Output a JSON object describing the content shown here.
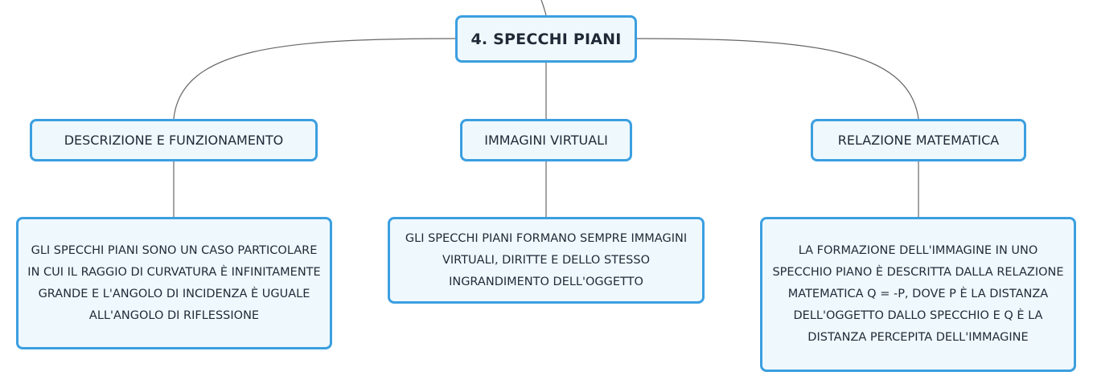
{
  "diagram": {
    "root": {
      "label": "4. SPECCHI PIANI"
    },
    "topics": [
      {
        "label": "DESCRIZIONE E FUNZIONAMENTO"
      },
      {
        "label": "IMMAGINI VIRTUALI"
      },
      {
        "label": "RELAZIONE MATEMATICA"
      }
    ],
    "details": [
      {
        "text": "GLI SPECCHI PIANI SONO UN CASO PARTICOLARE IN CUI IL RAGGIO DI CURVATURA È INFINITAMENTE GRANDE E L'ANGOLO DI INCIDENZA È UGUALE ALL'ANGOLO DI RIFLESSIONE"
      },
      {
        "text": "GLI SPECCHI PIANI FORMANO SEMPRE IMMAGINI VIRTUALI, DIRITTE E DELLO STESSO INGRANDIMENTO DELL'OGGETTO"
      },
      {
        "text": "LA FORMAZIONE DELL'IMMAGINE IN UNO SPECCHIO PIANO È DESCRITTA DALLA RELAZIONE MATEMATICA Q = -P, DOVE P È LA DISTANZA DELL'OGGETTO DALLO SPECCHIO E Q È LA DISTANZA PERCEPITA DELL'IMMAGINE"
      }
    ],
    "colors": {
      "node_border": "#3b9fe0",
      "node_fill": "#eff8fd",
      "connector": "#666666",
      "text": "#1f2a36"
    }
  }
}
